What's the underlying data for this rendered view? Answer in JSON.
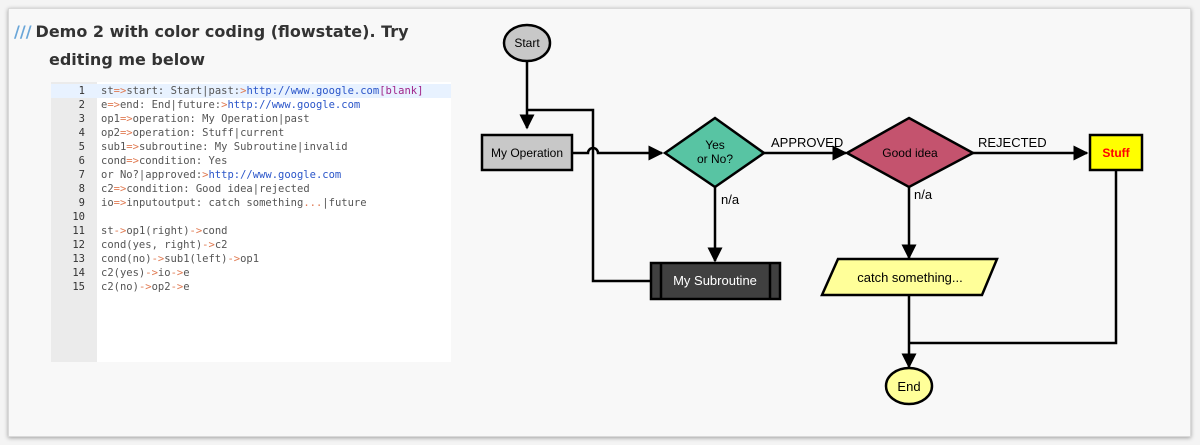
{
  "title": {
    "slashes": "///",
    "line1": "Demo 2 with color coding (flowstate). Try",
    "line2": "editing me below"
  },
  "editor": {
    "lines": [
      {
        "n": "1",
        "segments": [
          [
            "st",
            "kw"
          ],
          [
            "=>",
            "op"
          ],
          [
            "start: Start|past:",
            "kw"
          ],
          [
            ">",
            "op"
          ],
          [
            "http://www.google.com",
            "url"
          ],
          [
            "[blank]",
            "bk"
          ]
        ]
      },
      {
        "n": "2",
        "segments": [
          [
            "e",
            "kw"
          ],
          [
            "=>",
            "op"
          ],
          [
            "end: End|future:",
            "kw"
          ],
          [
            ">",
            "op"
          ],
          [
            "http://www.google.com",
            "url"
          ]
        ]
      },
      {
        "n": "3",
        "segments": [
          [
            "op1",
            "kw"
          ],
          [
            "=>",
            "op"
          ],
          [
            "operation: My Operation|past",
            "kw"
          ]
        ]
      },
      {
        "n": "4",
        "segments": [
          [
            "op2",
            "kw"
          ],
          [
            "=>",
            "op"
          ],
          [
            "operation: Stuff|current",
            "kw"
          ]
        ]
      },
      {
        "n": "5",
        "segments": [
          [
            "sub1",
            "kw"
          ],
          [
            "=>",
            "op"
          ],
          [
            "subroutine: My Subroutine|invalid",
            "kw"
          ]
        ]
      },
      {
        "n": "6",
        "segments": [
          [
            "cond",
            "kw"
          ],
          [
            "=>",
            "op"
          ],
          [
            "condition: Yes",
            "kw"
          ]
        ]
      },
      {
        "n": "7",
        "segments": [
          [
            "or No?|approved:",
            "kw"
          ],
          [
            ">",
            "op"
          ],
          [
            "http://www.google.com",
            "url"
          ]
        ]
      },
      {
        "n": "8",
        "segments": [
          [
            "c2",
            "kw"
          ],
          [
            "=>",
            "op"
          ],
          [
            "condition: Good idea|rejected",
            "kw"
          ]
        ]
      },
      {
        "n": "9",
        "segments": [
          [
            "io",
            "kw"
          ],
          [
            "=>",
            "op"
          ],
          [
            "inputoutput: catch something",
            "kw"
          ],
          [
            "...",
            "op"
          ],
          [
            "|future",
            "kw"
          ]
        ]
      },
      {
        "n": "10",
        "segments": []
      },
      {
        "n": "11",
        "segments": [
          [
            "st",
            "kw"
          ],
          [
            "->",
            "op"
          ],
          [
            "op1(right)",
            "kw"
          ],
          [
            "->",
            "op"
          ],
          [
            "cond",
            "kw"
          ]
        ]
      },
      {
        "n": "12",
        "segments": [
          [
            "cond(yes, right)",
            "kw"
          ],
          [
            "->",
            "op"
          ],
          [
            "c2",
            "kw"
          ]
        ]
      },
      {
        "n": "13",
        "segments": [
          [
            "cond(no)",
            "kw"
          ],
          [
            "->",
            "op"
          ],
          [
            "sub1(left)",
            "kw"
          ],
          [
            "->",
            "op"
          ],
          [
            "op1",
            "kw"
          ]
        ]
      },
      {
        "n": "14",
        "segments": [
          [
            "c2(yes)",
            "kw"
          ],
          [
            "->",
            "op"
          ],
          [
            "io",
            "kw"
          ],
          [
            "->",
            "op"
          ],
          [
            "e",
            "kw"
          ]
        ]
      },
      {
        "n": "15",
        "segments": [
          [
            "c2(no)",
            "kw"
          ],
          [
            "->",
            "op"
          ],
          [
            "op2",
            "kw"
          ],
          [
            "->",
            "op"
          ],
          [
            "e",
            "kw"
          ]
        ]
      }
    ]
  },
  "flowchart": {
    "start": {
      "label": "Start",
      "fill": "#c8c8c8"
    },
    "op1": {
      "label": "My Operation",
      "fill": "#c8c8c8"
    },
    "cond": {
      "line1": "Yes",
      "line2": "or No?",
      "fill": "#58c4a3"
    },
    "c2": {
      "label": "Good idea",
      "fill": "#c4536e"
    },
    "op2": {
      "label": "Stuff",
      "fill": "#ffff00",
      "text_color": "#ff0000"
    },
    "sub1": {
      "label": "My Subroutine",
      "fill": "#404040",
      "text_color": "#ffffff"
    },
    "io": {
      "label": "catch something...",
      "fill": "#ffff99"
    },
    "end": {
      "label": "End",
      "fill": "#ffff99"
    },
    "edge_labels": {
      "approved": "APPROVED",
      "rejected": "REJECTED",
      "cond_no": "n/a",
      "c2_yes": "n/a"
    }
  }
}
